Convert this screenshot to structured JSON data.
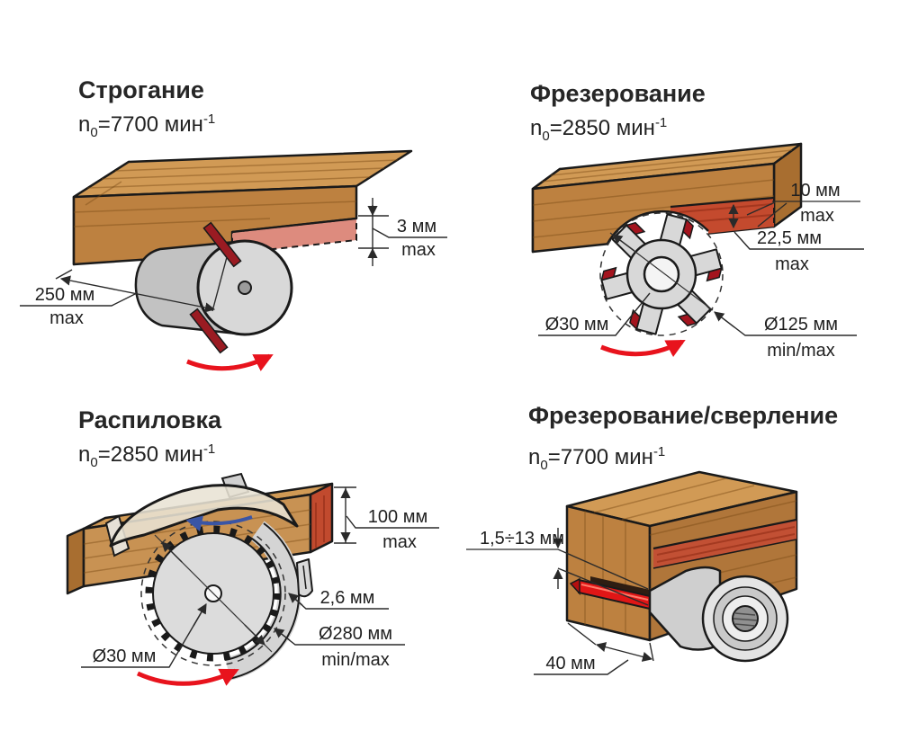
{
  "colors": {
    "background": "#ffffff",
    "wood_top": "#d19a55",
    "wood_front": "#bd8140",
    "wood_side": "#a86e30",
    "wood_grain": "#7a4c16",
    "cut_pink": "#dd8b7e",
    "cut_red": "#c44a2e",
    "drill_red": "#e01616",
    "steel_light": "#dcdcdc",
    "steel_mid": "#c2c2c2",
    "knife_red": "#9a1b22",
    "outline": "#1a1a1a",
    "rotation_arrow_red": "#e8131d",
    "feed_arrow_blue": "#3a55a5",
    "dimension_line": "#2a2a2a",
    "text": "#1f1f1f"
  },
  "panels": {
    "planing": {
      "title": "Строгание",
      "speed": {
        "var": "n",
        "sub": "0",
        "rest": "=7700 мин",
        "sup": "-1"
      },
      "labels": {
        "depth_value": "3 мм",
        "depth_qualifier": "max",
        "width_value": "250 мм",
        "width_qualifier": "max"
      }
    },
    "milling": {
      "title": "Фрезерование",
      "speed": {
        "var": "n",
        "sub": "0",
        "rest": "=2850 мин",
        "sup": "-1"
      },
      "labels": {
        "step_value": "10 мм",
        "step_qualifier": "max",
        "depth_value": "22,5 мм",
        "depth_qualifier": "max",
        "bore_value": "Ø30 мм",
        "diameter_value": "Ø125 мм",
        "diameter_qualifier": "min/max"
      }
    },
    "sawing": {
      "title": "Распиловка",
      "speed": {
        "var": "n",
        "sub": "0",
        "rest": "=2850 мин",
        "sup": "-1"
      },
      "labels": {
        "height_value": "100 мм",
        "height_qualifier": "max",
        "kerf_value": "2,6 мм",
        "diameter_value": "Ø280 мм",
        "diameter_qualifier": "min/max",
        "bore_value": "Ø30 мм"
      }
    },
    "drilling": {
      "title": "Фрезерование/сверление",
      "speed": {
        "var": "n",
        "sub": "0",
        "rest": "=7700 мин",
        "sup": "-1"
      },
      "labels": {
        "range_value": "1,5÷13 мм",
        "width_value": "40 мм"
      }
    }
  }
}
